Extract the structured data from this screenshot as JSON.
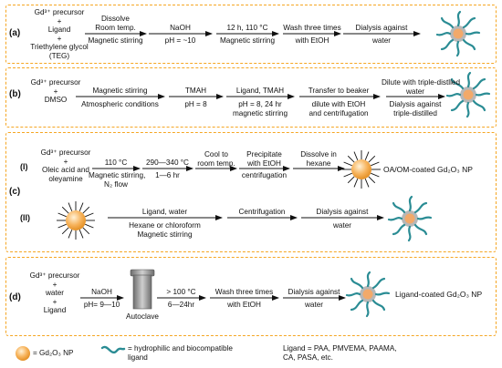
{
  "a": {
    "label": "(a)",
    "reagents": [
      "Gd³⁺ precursor",
      "+",
      "Ligand",
      "+",
      "Triethylene glycol",
      "(TEG)"
    ],
    "s1_top": [
      "Dissolve",
      "Room temp."
    ],
    "s1_bot": "Magnetic stirring",
    "s2_top": "NaOH",
    "s2_bot": "pH = ~10",
    "s3_top": "12 h, 110 °C",
    "s3_bot": "Magnetic stirring",
    "s4_top": "Wash three times",
    "s4_bot": "with EtOH",
    "s5_top": "Dialysis against",
    "s5_bot": "water"
  },
  "b": {
    "label": "(b)",
    "reagents": [
      "Gd³⁺ precursor",
      "+",
      "DMSO"
    ],
    "s1_top": "Magnetic stirring",
    "s1_bot": "Atmospheric conditions",
    "s2_top": "TMAH",
    "s2_bot": "pH = 8",
    "s3_top": "Ligand,  TMAH",
    "s3_bot": [
      "pH = 8, 24 hr",
      "magnetic stirring"
    ],
    "s4_top": "Transfer to beaker",
    "s4_bot": [
      "dilute with EtOH",
      "and centrifugation"
    ],
    "s5_top": [
      "Dilute with triple-distlled",
      "water"
    ],
    "s5_bot": [
      "Dialysis against",
      "triple-distilled"
    ]
  },
  "c": {
    "label": "(c)",
    "i_label": "(I)",
    "ii_label": "(II)",
    "reagents": [
      "Gd³⁺ precursor",
      "+",
      "Oleic acid and",
      "oleyamine"
    ],
    "s1_top": "110 °C",
    "s1_bot": [
      "Magnetic stirring,",
      "N₂ flow"
    ],
    "s2_top": "290—340 °C",
    "s2_bot": "1—6 hr",
    "s3_top": [
      "Cool to",
      "room temp."
    ],
    "s4_top": [
      "Precipitate",
      "with EtOH"
    ],
    "s4_bot": "centrifugation",
    "s5_top": [
      "Dissolve in",
      "hexane"
    ],
    "product_label": "OA/OM-coated Gd₂O₃ NP",
    "ii_s1_top": "Ligand, water",
    "ii_s1_bot": [
      "Hexane or chloroform",
      "Magnetic stirring"
    ],
    "ii_s2_top": "Centrifugation",
    "ii_s3_top": "Dialysis against",
    "ii_s3_bot": "water"
  },
  "d": {
    "label": "(d)",
    "reagents": [
      "Gd³⁺ precursor",
      "+",
      "water",
      "+",
      "Ligand"
    ],
    "s1_top": "NaOH",
    "s1_bot": "pH= 9—10",
    "autoclave": "Autoclave",
    "s2_top": "> 100 °C",
    "s2_bot": "6—24hr",
    "s3_top": "Wash three times",
    "s3_bot": "with EtOH",
    "s4_top": "Dialysis against",
    "s4_bot": "water",
    "product_label": "Ligand-coated Gd₂O₃ NP"
  },
  "legend": {
    "np": "= Gd₂O₃ NP",
    "ligand": [
      "= hydrophilic and biocompatible",
      "ligand"
    ],
    "ligands": [
      "Ligand = PAA, PMVEMA, PAAMA,",
      "CA, PASA, etc."
    ]
  },
  "colors": {
    "orange": "#f5a623",
    "teal": "#2a8c94",
    "np": "#f7b35b"
  }
}
